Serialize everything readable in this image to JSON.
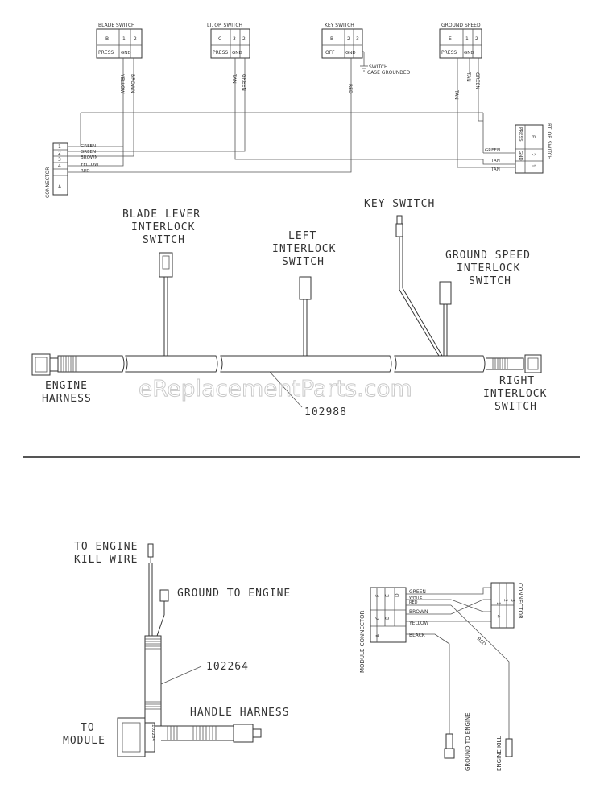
{
  "schematic": {
    "switches": [
      {
        "title": "BLADE SWITCH",
        "cells": [
          "B",
          "1",
          "2"
        ],
        "state": "PRESS",
        "gnd": "GND"
      },
      {
        "title": "LT. OP. SWITCH",
        "cells": [
          "C",
          "3",
          "2"
        ],
        "state": "PRESS",
        "gnd": "GND"
      },
      {
        "title": "KEY SWITCH",
        "cells": [
          "B",
          "2",
          "3"
        ],
        "state": "OFF",
        "gnd": "GND"
      },
      {
        "title": "GROUND SPEED",
        "cells": [
          "E",
          "1",
          "2"
        ],
        "state": "PRESS",
        "gnd": "GND"
      }
    ],
    "wire_labels": {
      "yellow": "YELLOW",
      "brown": "BROWN",
      "tan": "TAN",
      "green": "GREEN",
      "red": "RED",
      "tan2": "TAN",
      "green2": "GREEN",
      "tan_gs": "TAN"
    },
    "switch_case_note": [
      "SWITCH",
      "CASE GROUNDED"
    ],
    "left_connector": {
      "title": "CONNECTOR",
      "pins": [
        "1",
        "2",
        "3",
        "4",
        "A"
      ],
      "wires": [
        "GREEN",
        "GREEN",
        "BROWN",
        "YELLOW",
        "RED"
      ]
    },
    "right_connector": {
      "title": "RT. OP. SWITCH",
      "cells": [
        "PRESS",
        "GND",
        "F",
        "2",
        "1"
      ],
      "wires": [
        "GREEN",
        "TAN",
        "TAN"
      ]
    }
  },
  "harness": {
    "labels": {
      "blade_lever": [
        "BLADE LEVER",
        "INTERLOCK",
        "SWITCH"
      ],
      "key_switch": "KEY SWITCH",
      "left_interlock": [
        "LEFT",
        "INTERLOCK",
        "SWITCH"
      ],
      "ground_speed": [
        "GROUND SPEED",
        "INTERLOCK",
        "SWITCH"
      ],
      "engine_harness": [
        "ENGINE",
        "HARNESS"
      ],
      "right_interlock": [
        "RIGHT",
        "INTERLOCK",
        "SWITCH"
      ],
      "part_number": "102988"
    }
  },
  "watermark": "eReplacementParts.com",
  "handle": {
    "labels": {
      "kill_wire": [
        "TO ENGINE",
        "KILL WIRE"
      ],
      "ground": "GROUND TO ENGINE",
      "part_number": "102264",
      "to_module": [
        "TO",
        "MODULE"
      ],
      "handle_harness": "HANDLE HARNESS",
      "connector_id": "102264"
    }
  },
  "module": {
    "title": "MODULE CONNECTOR",
    "pins": [
      "F",
      "E",
      "D",
      "C",
      "B",
      "A"
    ],
    "wires": [
      "GREEN",
      "WHITE",
      "RED",
      "BROWN",
      "YELLOW",
      "BLACK"
    ],
    "right_connector": {
      "title": "CONNECTOR",
      "pins": [
        "1",
        "2",
        "3",
        "4"
      ]
    },
    "wire_red": "RED",
    "ground_label": "GROUND TO ENGINE",
    "kill_label": "ENGINE KILL"
  }
}
